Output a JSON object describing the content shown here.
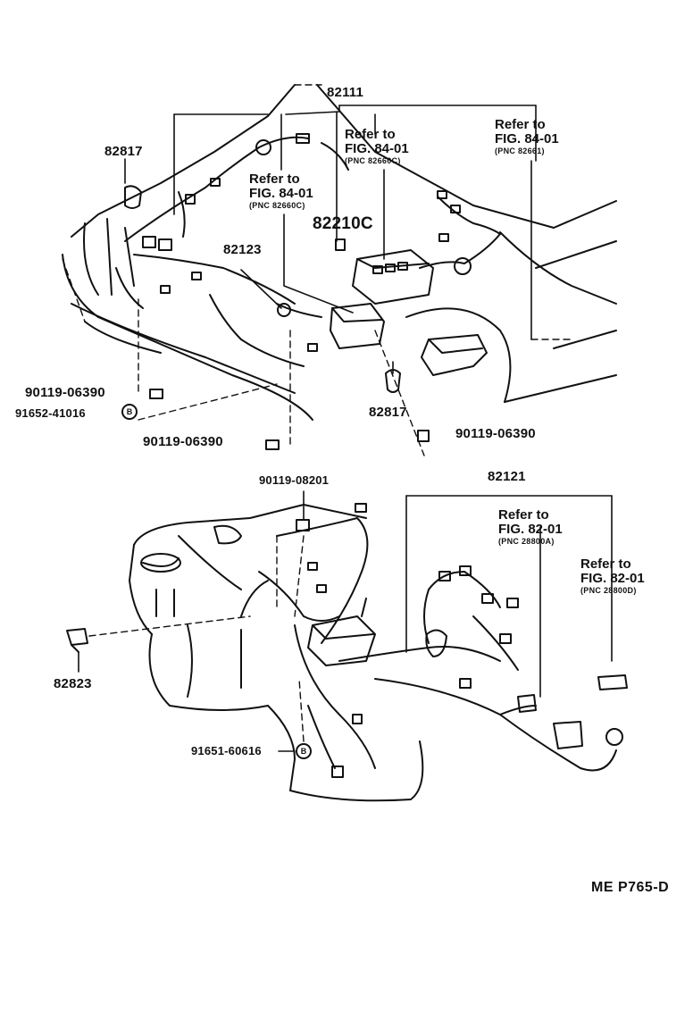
{
  "part_labels": {
    "p82111": "82111",
    "p82817_top": "82817",
    "p82210c": "82210C",
    "p82123": "82123",
    "p90119_06390_a": "90119-06390",
    "p91652_41016": "91652-41016",
    "p90119_06390_b": "90119-06390",
    "p82817_mid": "82817",
    "p90119_06390_c": "90119-06390",
    "p90119_08201": "90119-08201",
    "p82121": "82121",
    "p82823": "82823",
    "p91651_60616": "91651-60616"
  },
  "references": {
    "ref_a": {
      "title": "Refer to",
      "fig": "FIG. 84-01",
      "pnc": "(PNC 82660C)"
    },
    "ref_b": {
      "title": "Refer to",
      "fig": "FIG. 84-01",
      "pnc": "(PNC 82661)"
    },
    "ref_c": {
      "title": "Refer to",
      "fig": "FIG. 84-01",
      "pnc": "(PNC 82660C)"
    },
    "ref_d": {
      "title": "Refer to",
      "fig": "FIG. 82-01",
      "pnc": "(PNC 28800A)"
    },
    "ref_e": {
      "title": "Refer to",
      "fig": "FIG. 82-01",
      "pnc": "(PNC 28800D)"
    }
  },
  "bolt_marker": "B",
  "diagram_code": "ME  P765-D"
}
